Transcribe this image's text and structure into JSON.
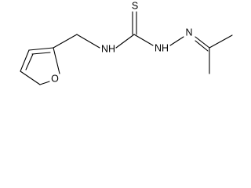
{
  "molecule": {
    "atoms": {
      "S": "S",
      "O": "O",
      "NH1": "NH",
      "NH2": "NH",
      "N": "N"
    },
    "colors": {
      "bond": "#000000",
      "label": "#000000",
      "background": "#ffffff"
    }
  }
}
